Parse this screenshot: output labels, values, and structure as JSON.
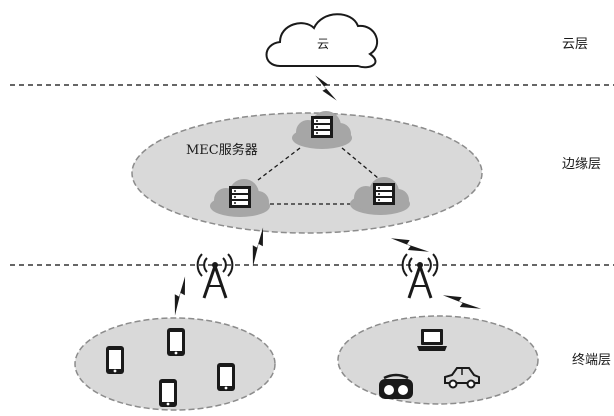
{
  "cloud": {
    "label": "云"
  },
  "layers": {
    "cloud": "云层",
    "edge": "边缘层",
    "terminal": "终端层"
  },
  "edge": {
    "server_label": "MEC服务器"
  },
  "colors": {
    "ellipse_fill": "#d9d9d9",
    "ellipse_stroke": "#8c8c8c",
    "server_cloud": "#a6a6a6",
    "icon_dark": "#1a1a1a",
    "dashed_line": "#333333"
  },
  "icons": {
    "cloud": "cloud-icon",
    "server": "server-icon",
    "tower": "antenna-tower-icon",
    "lightning": "lightning-link-icon",
    "phone": "smartphone-icon",
    "laptop": "laptop-icon",
    "vr": "vr-headset-icon",
    "car": "car-icon"
  }
}
